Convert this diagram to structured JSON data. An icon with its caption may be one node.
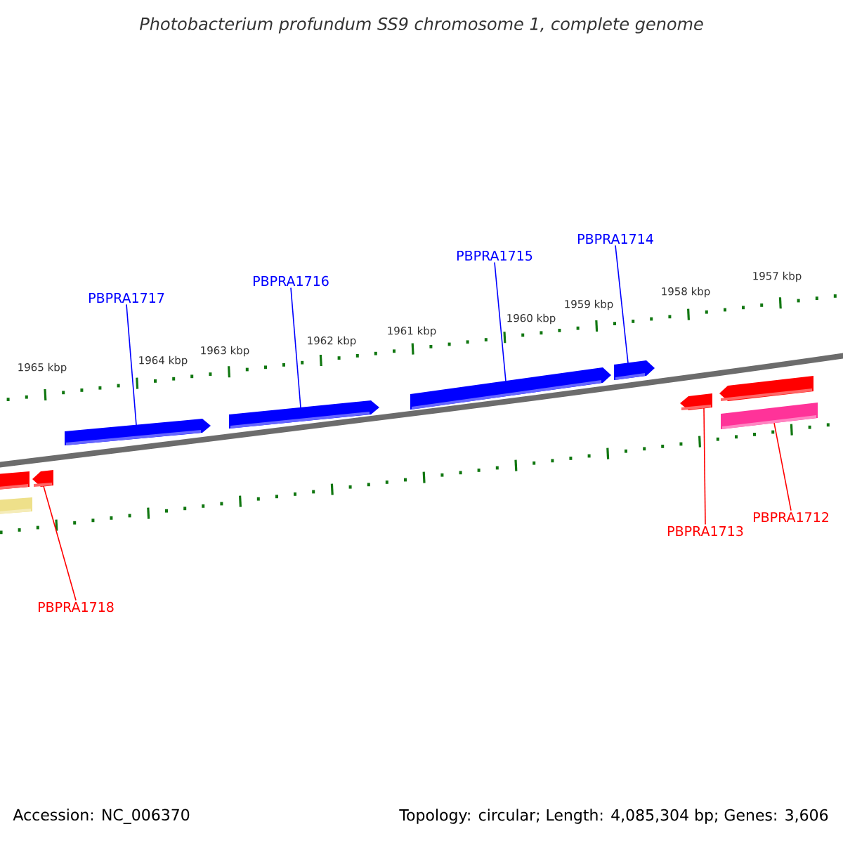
{
  "diagram": {
    "title": "Photobacterium profundum SS9 chromosome 1, complete genome",
    "nodes": [
      {
        "text": [
          "PBPRA1714"
        ]
      },
      {
        "text": [
          "PBPRA1715"
        ]
      },
      {
        "text": [
          "PBPRA1716"
        ]
      },
      {
        "text": [
          "PBPRA1717"
        ]
      },
      {
        "text": [
          "PBPRA1712"
        ]
      },
      {
        "text": [
          "PBPRA1713"
        ]
      },
      {
        "text": [
          "PBPRA1718"
        ]
      },
      {
        "text": [],
        "shape": "box"
      },
      {
        "text": [],
        "shape": "box"
      },
      {
        "text": [],
        "shape": "arrow"
      },
      {
        "text": [],
        "shape": "arrow"
      },
      {
        "text": [],
        "shape": "arrow"
      },
      {
        "text": [],
        "shape": "arrow"
      },
      {
        "text": [],
        "shape": "arrow"
      },
      {
        "text": [],
        "shape": "arrow"
      },
      {
        "text": [],
        "shape": "arrow"
      },
      {
        "text": [],
        "shape": "box"
      }
    ],
    "edges": [
      {
        "from": 0,
        "to": 13,
        "arrow": "none"
      },
      {
        "from": 1,
        "to": 12,
        "arrow": "none"
      },
      {
        "from": 2,
        "to": 11,
        "arrow": "none"
      },
      {
        "from": 3,
        "to": 10,
        "arrow": "none"
      },
      {
        "from": 4,
        "to": 16,
        "arrow": "none",
        "color": "#ff0000"
      },
      {
        "from": 5,
        "to": 14,
        "arrow": "none",
        "color": "#ff0000"
      },
      {
        "from": 6,
        "to": 9,
        "arrow": "none",
        "color": "#ff0000"
      }
    ],
    "labels": [
      "1965 kbp",
      "1964 kbp",
      "1963 kbp",
      "1962 kbp",
      "1961 kbp",
      "1960 kbp",
      "1959 kbp",
      "1958 kbp",
      "1957 kbp",
      "Accession: NC_006370",
      "Topology: circular; Length: 4,085,304 bp; Genes: 3,606"
    ]
  }
}
